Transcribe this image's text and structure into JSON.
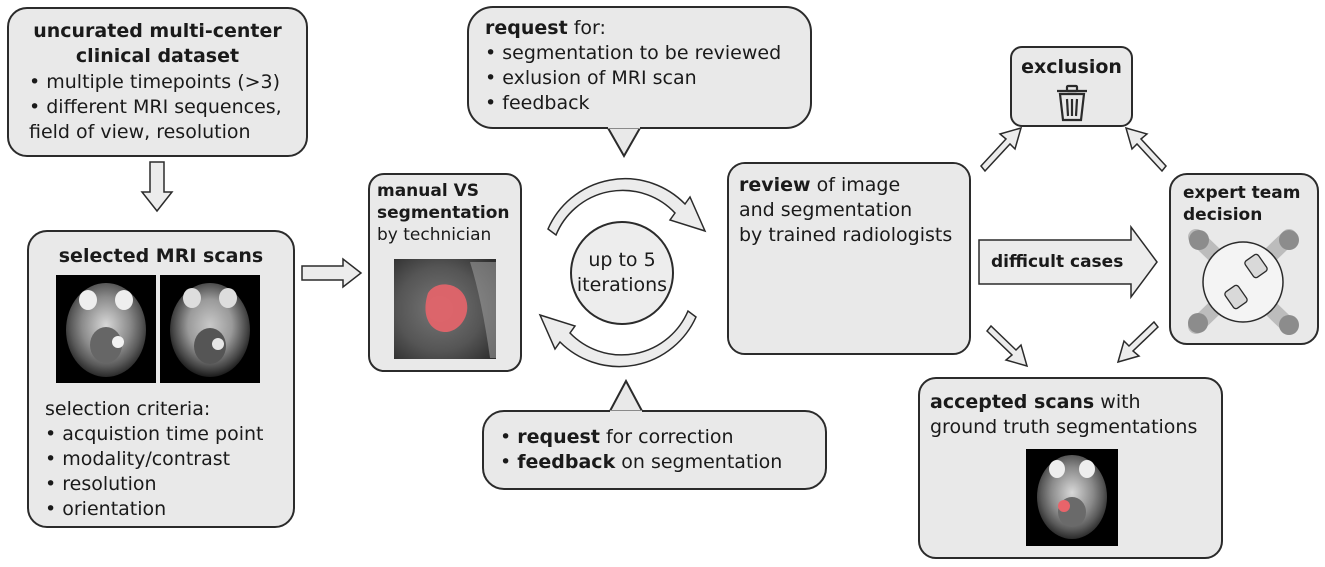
{
  "dataset": {
    "title_line1": "uncurated multi-center",
    "title_line2": "clinical dataset",
    "bullet1": "multiple timepoints (>3)",
    "bullet2": "different MRI sequences,",
    "bullet2_cont": "field of view, resolution"
  },
  "selected": {
    "title": "selected MRI scans",
    "criteria_label": "selection criteria:",
    "criteria": [
      "acquistion time point",
      "modality/contrast",
      "resolution",
      "orientation"
    ]
  },
  "manual": {
    "title_line1": "manual VS",
    "title_line2": "segmentation",
    "subtitle": "by technician"
  },
  "request_top": {
    "bold": "request",
    "rest": " for:",
    "items": [
      "segmentation to be reviewed",
      "exlusion of MRI scan",
      "feedback"
    ]
  },
  "cycle": {
    "line1": "up to 5",
    "line2": "iterations"
  },
  "request_bottom": {
    "item1_bold": "request",
    "item1_rest": " for correction",
    "item2_bold": "feedback",
    "item2_rest": " on segmentation"
  },
  "review": {
    "bold": "review",
    "rest": " of image",
    "line2": "and segmentation",
    "line3": "by trained radiologists"
  },
  "difficult": {
    "label": "difficult cases"
  },
  "exclusion": {
    "title": "exclusion"
  },
  "expert": {
    "line1": "expert team",
    "line2": "decision"
  },
  "accepted": {
    "bold": "accepted scans",
    "rest": " with",
    "line2": "ground truth segmentations"
  },
  "icons": {
    "trash": "trash-icon",
    "reviewers": "radiologists-icon",
    "team": "team-table-icon",
    "segmentation_color": "#e8646a"
  }
}
